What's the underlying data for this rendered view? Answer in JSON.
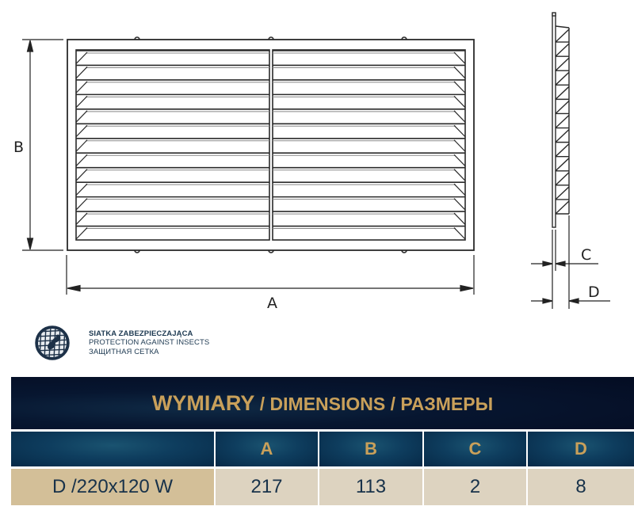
{
  "drawing": {
    "front_view": {
      "label_width": "A",
      "label_height": "B",
      "louver_rows_per_side": 13,
      "sections": 2
    },
    "side_view": {
      "label_frame_thickness": "C",
      "label_depth": "D"
    }
  },
  "insect_protection": {
    "icon": "insect-mesh-icon",
    "line_pl": "SIATKA ZABEZPIECZAJĄCA",
    "line_en": "PROTECTION AGAINST INSECTS",
    "line_ru": "ЗАЩИТНАЯ СЕТКА"
  },
  "table": {
    "title_pl": "WYMIARY",
    "title_rest": " / DIMENSIONS / РАЗМЕРЫ",
    "columns": [
      "",
      "A",
      "B",
      "C",
      "D"
    ],
    "rows": [
      {
        "model": "D /220x120 W",
        "A": "217",
        "B": "113",
        "C": "2",
        "D": "8"
      }
    ]
  },
  "colors": {
    "header_bg": "#050f26",
    "subheader_bg": "#0e3d5e",
    "gold_text": "#c9a05a",
    "model_cell_bg": "#d3bf98",
    "value_cell_bg": "#ddd3c0",
    "value_text": "#18324a",
    "line": "#2a2a2a"
  }
}
